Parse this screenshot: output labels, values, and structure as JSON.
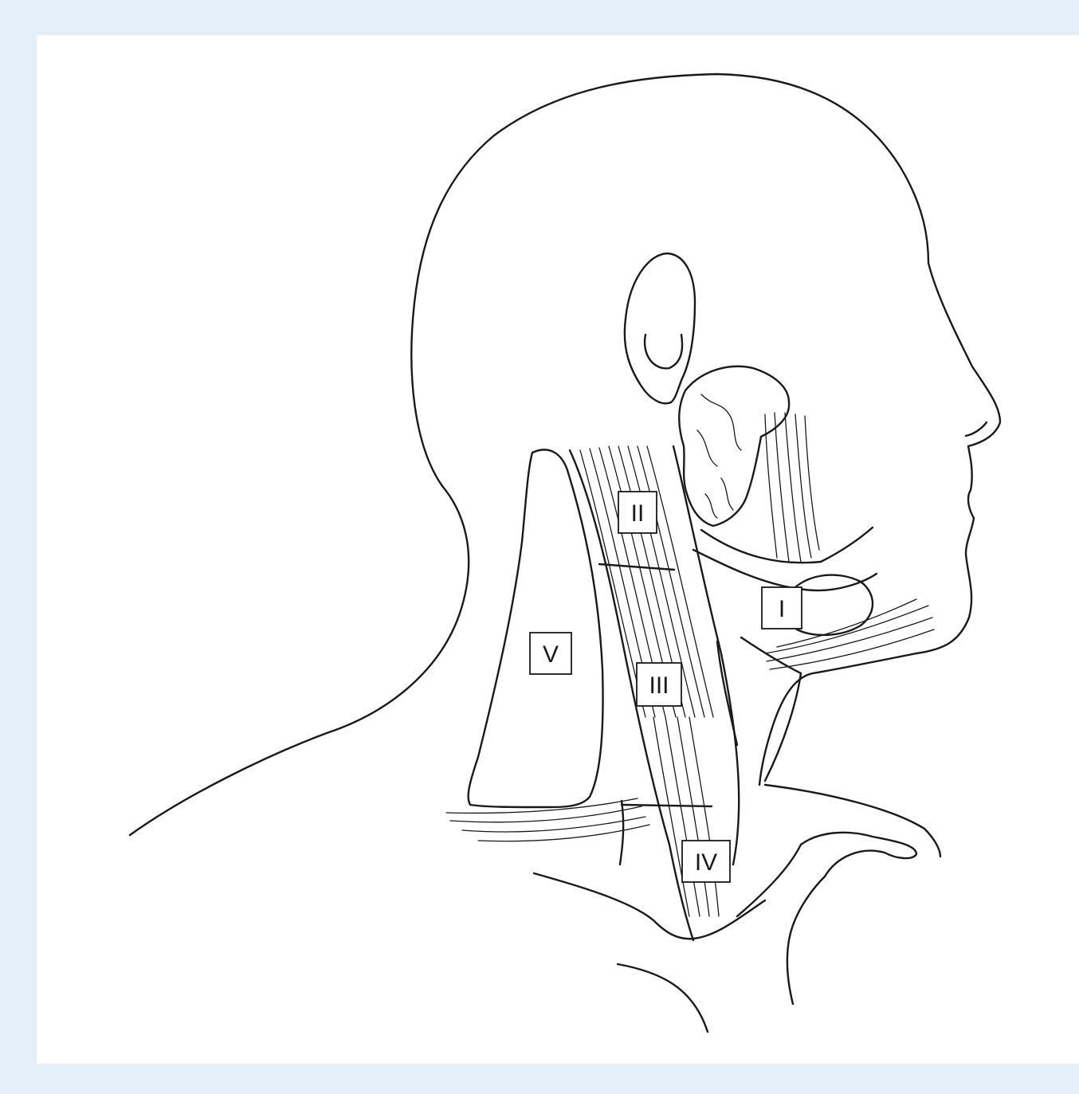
{
  "figure": {
    "colors": {
      "frame": "#e4f0f7",
      "panel": "#ffffff",
      "ink": "#1a1a1a"
    },
    "levels": [
      {
        "id": "level-1",
        "label": "I"
      },
      {
        "id": "level-2",
        "label": "II"
      },
      {
        "id": "level-3",
        "label": "III"
      },
      {
        "id": "level-4",
        "label": "IV"
      },
      {
        "id": "level-5",
        "label": "V"
      }
    ]
  }
}
